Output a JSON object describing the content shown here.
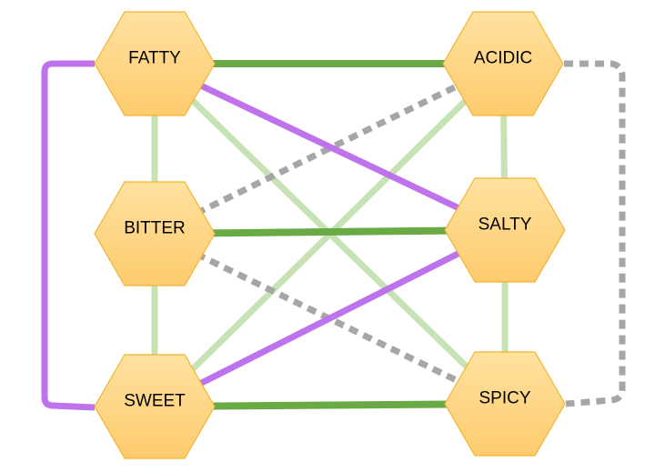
{
  "colors": {
    "node_fill_top": "#FFE2A0",
    "node_fill_bottom": "#FDCB6E",
    "node_stroke": "#F2B431",
    "strong_positive": "#6AAA45",
    "weak_positive": "#C7E2B4",
    "enhancing": "#BE72EB",
    "suppressing": "#A6A6A6"
  },
  "nodes": {
    "fatty": {
      "label": "FATTY"
    },
    "acidic": {
      "label": "ACIDIC"
    },
    "bitter": {
      "label": "BITTER"
    },
    "salty": {
      "label": "SALTY"
    },
    "sweet": {
      "label": "SWEET"
    },
    "spicy": {
      "label": "SPICY"
    }
  },
  "connections": [
    {
      "from": "fatty",
      "to": "acidic",
      "style": "strong_positive"
    },
    {
      "from": "bitter",
      "to": "salty",
      "style": "strong_positive"
    },
    {
      "from": "sweet",
      "to": "spicy",
      "style": "strong_positive"
    },
    {
      "from": "fatty",
      "to": "bitter",
      "style": "weak_positive"
    },
    {
      "from": "bitter",
      "to": "sweet",
      "style": "weak_positive"
    },
    {
      "from": "acidic",
      "to": "salty",
      "style": "weak_positive"
    },
    {
      "from": "salty",
      "to": "spicy",
      "style": "weak_positive"
    },
    {
      "from": "fatty",
      "to": "spicy",
      "style": "weak_positive"
    },
    {
      "from": "acidic",
      "to": "sweet",
      "style": "weak_positive"
    },
    {
      "from": "fatty",
      "to": "salty",
      "style": "enhancing"
    },
    {
      "from": "salty",
      "to": "sweet",
      "style": "enhancing"
    },
    {
      "from": "fatty",
      "to": "sweet",
      "style": "enhancing",
      "route": "left-bracket"
    },
    {
      "from": "bitter",
      "to": "acidic",
      "style": "suppressing"
    },
    {
      "from": "bitter",
      "to": "spicy",
      "style": "suppressing"
    },
    {
      "from": "acidic",
      "to": "spicy",
      "style": "suppressing",
      "route": "right-bracket"
    }
  ]
}
